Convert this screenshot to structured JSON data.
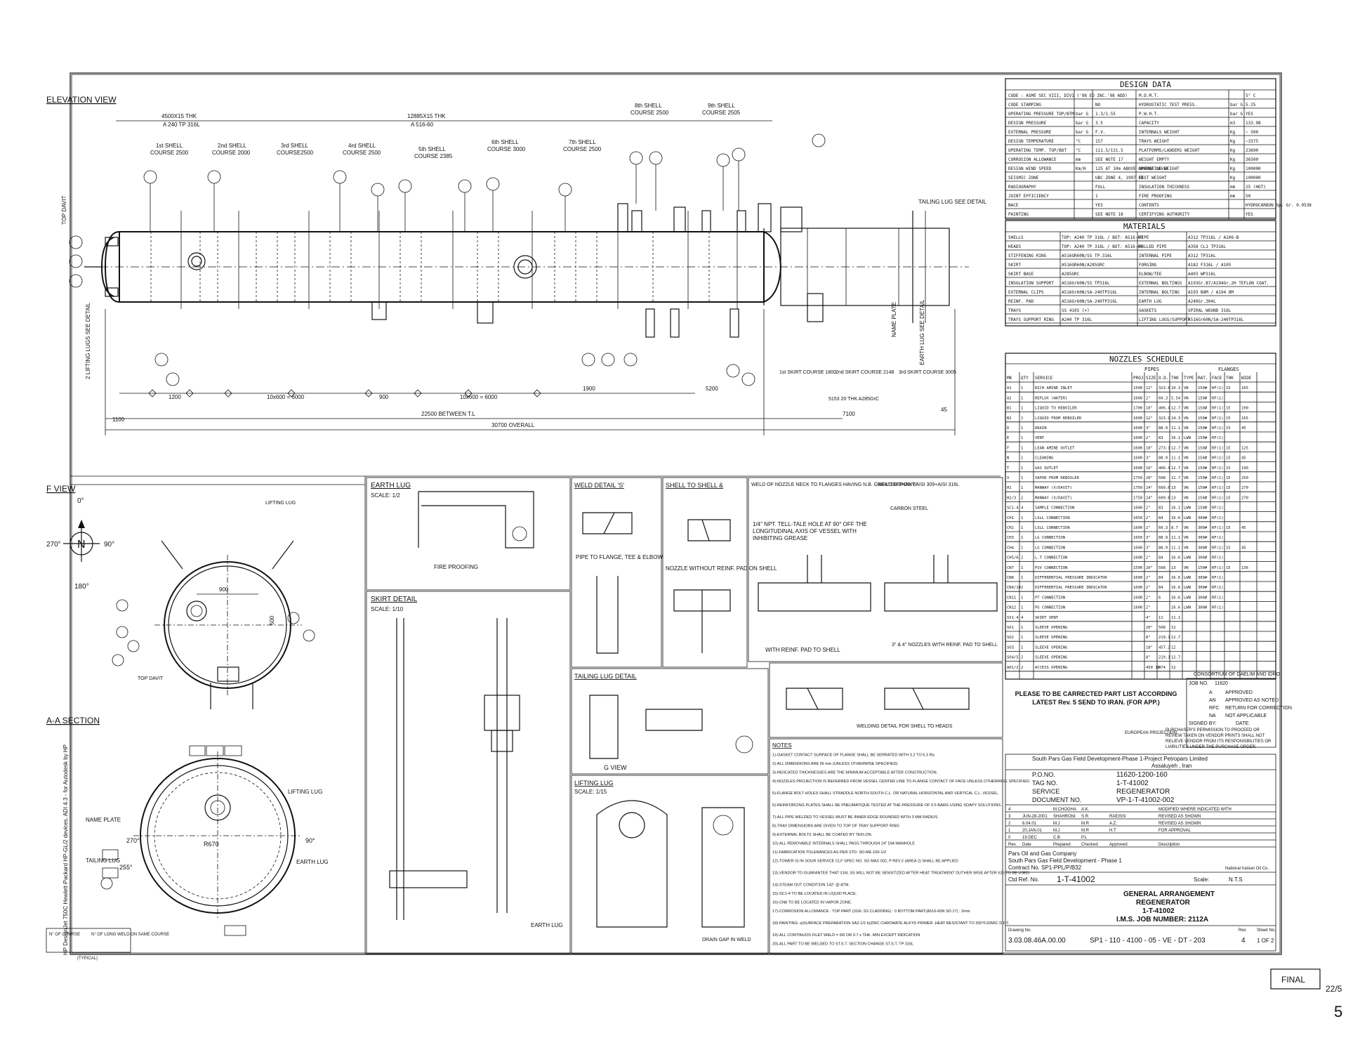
{
  "views": {
    "elevation": "ELEVATION VIEW",
    "f_view": "F VIEW",
    "aa_section": "A-A SECTION",
    "earth_lug": "EARTH LUG",
    "earth_lug_scale": "SCALE: 1/2",
    "skirt_detail": "SKIRT DETAIL",
    "skirt_scale": "SCALE: 1/10",
    "weld_detail_s": "WELD DETAIL 'S'",
    "pipe_to_flange": "PIPE TO FLANGE, TEE & ELBOW",
    "shell_to_shell": "SHELL TO SHELL &",
    "nozzle_without": "NOZZLE WITHOUT REINF. PAD ON SHELL",
    "tailing_lug": "TAILING LUG DETAIL",
    "g_view": "G VIEW",
    "lifting_lug": "LIFTING LUG",
    "lifting_scale": "SCALE: 1/15",
    "weld_detail_heads": "WELDING DETAIL FOR SHELL TO HEADS",
    "with_reinf_pad": "WITH REINF. PAD TO SHELL",
    "nozzles_34": "3\" & 4\" NOZZLES WITH REINF. PAD TO SHELL",
    "telltale_1": "1/4\" NPT. TELL-TALE HOLE AT 90° OFF THE LONGITUDINAL AXIS OF VESSEL WITH INHIBITING GREASE",
    "weld_of_nozzle": "WELD OF NOZZLE NECK TO FLANGES HAVING N.B. GREATER THAN 6\"",
    "weld_deposit": "WELD DEPOSIT AISI 309+AISI 316L",
    "carbon_steel": "CARBON STEEL",
    "fire_proofing": "FIRE PROOFING",
    "drain_gap": "DRAIN GAP IN WELD",
    "earth_lug_label": "EARTH LUG"
  },
  "shells": [
    {
      "name": "1st SHELL",
      "course": "COURSE 2500"
    },
    {
      "name": "2nd SHELL",
      "course": "COURSE 2000"
    },
    {
      "name": "3rd SHELL",
      "course": "COURSE2500"
    },
    {
      "name": "4rd SHELL",
      "course": "COURSE 2500"
    },
    {
      "name": "5th SHELL",
      "course": "COURSE 2385"
    },
    {
      "name": "6th SHELL",
      "course": "COURSE 3000"
    },
    {
      "name": "7th SHELL",
      "course": "COURSE 2500"
    },
    {
      "name": "8th SHELL",
      "course": "COURSE 2500"
    },
    {
      "name": "9th SHELL",
      "course": "COURSE 2505"
    }
  ],
  "elevation_dims": {
    "d1": "4500X15 THK",
    "d1b": "A 240 TP 316L",
    "d2": "12885X15 THK",
    "d2b": "A 516-60",
    "between_tl": "22500 BETWEEN T.L",
    "overall": "30700 OVERALL",
    "trays": "10x600 = 6000",
    "trays2": "10x600 = 6000",
    "d1100": "1100",
    "d1200": "1200",
    "d900": "900",
    "d1900": "1900",
    "d5200": "5200",
    "d7100": "7100",
    "d45": "45",
    "top_davit": "TOP DAVIT",
    "lifting_lugs": "2 LIFTING LUGS SEE DETAIL",
    "name_plate": "NAME PLATE",
    "earth_lug_e": "EARTH LUG SEE DETAIL",
    "tailing_lug_e": "TAILING LUG SEE DETAIL",
    "skirt1": "1st SKIRT COURSE 1800",
    "skirt2": "2nd SKIRT COURSE 2148",
    "skirt3": "3rd SKIRT COURSE 3005",
    "skirt_thk": "5153 20 THK A285GrC"
  },
  "design_data": {
    "title": "DESIGN DATA",
    "rows": [
      [
        "CODE : ASME SEC VIII, DIV1 ('98 ED INC.'98 ADD)",
        "",
        "",
        "M.D.M.T.",
        "",
        "5° C"
      ],
      [
        "CODE STAMPING",
        "",
        "NO",
        "HYDROSTATIC TEST PRESS.",
        "bar G",
        "5.25"
      ],
      [
        "OPERATING PRESSURE TOP/BTM",
        "bar G",
        "1.3/1.55",
        "P.W.H.T.",
        "bar G",
        "YES"
      ],
      [
        "DESIGN PRESSURE",
        "bar G",
        "3.5",
        "CAPACITY",
        "m3",
        "133.98"
      ],
      [
        "EXTERNAL PRESSURE",
        "bar G",
        "F.V.",
        "INTERNALS WEIGHT",
        "Kg",
        "~ 500"
      ],
      [
        "DESIGN TEMPERATURE",
        "°C",
        "157",
        "TRAYS WEIGHT",
        "Kg",
        "~3375"
      ],
      [
        "OPERATING TEMP. TOP/BOT",
        "°C",
        "111.5/131.5",
        "PLATFORMS/LADDERS WEIGHT",
        "Kg",
        "23690"
      ],
      [
        "CORROSION ALLOWANCE",
        "mm",
        "SEE NOTE 17",
        "WEIGHT EMPTY",
        "Kg",
        "36500"
      ],
      [
        "DESIGN WIND SPEED",
        "Km/H",
        "125 AT 10m ABOVE GROUND LEVEL",
        "OPERATING WEIGHT",
        "Kg",
        "100000"
      ],
      [
        "SEISMIC ZONE",
        "",
        "UBC ZONE 4, 1997 ED.",
        "TEST WEIGHT",
        "Kg",
        "190000"
      ],
      [
        "RADIOGRAPHY",
        "",
        "FULL",
        "INSULATION THICKNESS",
        "mm",
        "25 (HOT)"
      ],
      [
        "JOINT EFFICIENCY",
        "",
        "1",
        "FIRE PROOFING",
        "mm",
        "50"
      ],
      [
        "NACE",
        "",
        "YES",
        "CONTENTS",
        "",
        "HYDROCARBON Sp. Gr. 0.9538"
      ],
      [
        "PAINTING",
        "",
        "SEE NOTE 18",
        "CERTIFYING AUTHORITY",
        "",
        "YES"
      ]
    ]
  },
  "materials": {
    "title": "MATERIALS",
    "rows": [
      [
        "SHELLS",
        "TOP: A240 TP 316L / BOT: A516-60",
        "PIPE",
        "A312 TP316L / A106-B"
      ],
      [
        "HEADS",
        "TOP: A240 TP 316L / BOT: A516-60",
        "ROLLED PIPE",
        "A358 CL1 TP316L"
      ],
      [
        "STIFFENING RING",
        "A516GR60N/SS TP.316L",
        "INTERNAL PIPE",
        "A312 TP316L"
      ],
      [
        "SKIRT",
        "A516GR60N/A285GRC",
        "FORGING",
        "A182 F316L / A105"
      ],
      [
        "SKIRT BASE",
        "A285GRC",
        "ELBOW/TEE",
        "A403 WP316L"
      ],
      [
        "INSULATION SUPPORT",
        "A516Gr60N/SS TP316L",
        "EXTERNAL BOLTINGS",
        "A193Gr.B7/A194Gr.2H TEFLON COAT."
      ],
      [
        "EXTERNAL CLIPS",
        "A516Gr60N/SA-240TP316L",
        "INTERNAL BOLTING",
        "A193 B8M / A194 8M"
      ],
      [
        "REINF. PAD",
        "A516Gr60N/SA-240TP316L",
        "EARTH LUG",
        "A240Gr.304L"
      ],
      [
        "TRAYS",
        "SS 410S (>)",
        "GASKETS",
        "SPIRAL WOUND 316L"
      ],
      [
        "TRAYS SUPPORT RING",
        "A240 TP 316L",
        "LIFTING LUGS/SUPPORT",
        "A516Gr60N/SA-240TP316L"
      ]
    ]
  },
  "nozzles": {
    "title": "NOZZLES SCHEDULE",
    "headers": [
      "MK",
      "QTY",
      "SERVICE",
      "PROJ",
      "SIZE",
      "O.D.",
      "THK",
      "TYPE",
      "RAT.",
      "FACE",
      "THK",
      "WIDE"
    ],
    "group_pipes": "PIPES",
    "group_flanges": "FLANGES",
    "rows": [
      [
        "A1",
        "1",
        "RICH AMINE INLET",
        "1500",
        "12\"",
        "323.8",
        "10.3",
        "VN",
        "150#",
        "RF(1)",
        "15",
        "165"
      ],
      [
        "A2",
        "1",
        "REFLUX (WATER)",
        "1600",
        "2\"",
        "60.3",
        "5.54",
        "VN",
        "150#",
        "RF(1)",
        "",
        ""
      ],
      [
        "B1",
        "1",
        "LIQUID TO REBOILER",
        "1700",
        "16\"",
        "406.4",
        "12.7",
        "VN",
        "150#",
        "RF(1)",
        "15",
        "190"
      ],
      [
        "B2",
        "1",
        "LIQUID FROM REBOILER",
        "1600",
        "12\"",
        "323.9",
        "14.3",
        "VN",
        "150#",
        "RF(1)",
        "15",
        "165"
      ],
      [
        "D",
        "1",
        "DRAIN",
        "1600",
        "3\"",
        "88.9",
        "11.1",
        "VN",
        "150#",
        "RF(1)",
        "15",
        "45"
      ],
      [
        "E",
        "1",
        "VENT",
        "1600",
        "2\"",
        "83",
        "16.1",
        "LWN",
        "150#",
        "RF(1)",
        "",
        ""
      ],
      [
        "F",
        "1",
        "LEAN AMINE OUTLET",
        "1600",
        "10\"",
        "273.1",
        "12.7",
        "VN",
        "150#",
        "RF(1)",
        "15",
        "125"
      ],
      [
        "N",
        "1",
        "CLEANING",
        "1600",
        "3\"",
        "88.9",
        "11.1",
        "VN",
        "150#",
        "RF(1)",
        "15",
        "45"
      ],
      [
        "T",
        "1",
        "GAS OUTLET",
        "1600",
        "16\"",
        "406.4",
        "12.7",
        "VN",
        "150#",
        "RF(1)",
        "15",
        "190"
      ],
      [
        "V",
        "1",
        "VAPOR FROM REBOILER",
        "1750",
        "20\"",
        "508",
        "12.7",
        "VN",
        "150#",
        "RF(1)",
        "15",
        "250"
      ],
      [
        "H1",
        "1",
        "MANWAY (V/DAVIT)",
        "1750",
        "24\"",
        "609.6",
        "13",
        "VN",
        "150#",
        "RF(1)",
        "15",
        "270"
      ],
      [
        "H2/3",
        "2",
        "MANWAY (V/DAVIT)",
        "1750",
        "24\"",
        "609.6",
        "13",
        "VN",
        "150#",
        "RF(1)",
        "15",
        "270"
      ],
      [
        "SC1-4",
        "4",
        "SAMPLE CONNECTION",
        "1600",
        "2\"",
        "83",
        "16.1",
        "LWN",
        "150#",
        "RF(1)",
        "",
        ""
      ],
      [
        "CH1",
        "1",
        "LSLL CONNECTION",
        "1650",
        "2\"",
        "84",
        "16.6",
        "LWN",
        "300#",
        "RF(1)",
        "",
        ""
      ],
      [
        "CH2",
        "1",
        "LSLL CONNECTION",
        "1600",
        "2\"",
        "60.3",
        "8.7",
        "VN",
        "300#",
        "RF(1)",
        "15",
        "45"
      ],
      [
        "CH3",
        "1",
        "LG CONNECTION",
        "1650",
        "3\"",
        "88.9",
        "11.1",
        "VN",
        "300#",
        "RF(1)",
        "",
        ""
      ],
      [
        "CH4",
        "1",
        "LG CONNECTION",
        "1600",
        "3\"",
        "88.9",
        "11.1",
        "VN",
        "300#",
        "RF(1)",
        "15",
        "45"
      ],
      [
        "CH5/6",
        "2",
        "L.T CONNECTION",
        "1600",
        "2\"",
        "84",
        "16.6",
        "LWN",
        "300#",
        "RF(1)",
        "",
        ""
      ],
      [
        "CN7",
        "1",
        "PSV CONNECTION",
        "1500",
        "20\"",
        "508",
        "13",
        "VN",
        "150#",
        "RF(1)",
        "15",
        "136"
      ],
      [
        "CN8",
        "1",
        "DIFFERENTIAL PRESSURE INDICATOR",
        "1600",
        "2\"",
        "84",
        "16.6",
        "LWN",
        "300#",
        "RF(1)",
        "",
        ""
      ],
      [
        "CN9/10",
        "2",
        "DIFFERENTIAL PRESSURE INDICATOR",
        "1600",
        "2\"",
        "84",
        "16.6",
        "LWN",
        "300#",
        "RF(1)",
        "",
        ""
      ],
      [
        "CN11",
        "1",
        "PT CONNECTION",
        "1600",
        "2\"",
        "6",
        "16.6",
        "LWN",
        "300#",
        "RF(1)",
        "",
        ""
      ],
      [
        "CN12",
        "1",
        "PG CONNECTION",
        "1600",
        "2\"",
        "",
        "16.6",
        "LWN",
        "300#",
        "RF(1)",
        "",
        ""
      ],
      [
        "SV1-4",
        "4",
        "SKIRT VENT",
        "",
        "4\"",
        "11",
        "11.1",
        "",
        "",
        "",
        "",
        ""
      ],
      [
        "SO1",
        "1",
        "SLEEVE OPENING",
        "",
        "20\"",
        "508",
        "12",
        "",
        "",
        "",
        "",
        ""
      ],
      [
        "SO2",
        "1",
        "SLEEVE OPENING",
        "",
        "8\"",
        "219.1",
        "12.7",
        "",
        "",
        "",
        "",
        ""
      ],
      [
        "SO3",
        "1",
        "SLEEVE OPENING",
        "",
        "18\"",
        "457.2",
        "12",
        "",
        "",
        "",
        "",
        ""
      ],
      [
        "SO4/5",
        "2",
        "SLEEVE OPENING",
        "",
        "8\"",
        "219.1",
        "12.7",
        "",
        "",
        "",
        "",
        ""
      ],
      [
        "A01/2",
        "2",
        "ACCESS OPENING",
        "",
        "450 1B",
        "474",
        "12",
        "",
        "",
        "",
        "",
        ""
      ]
    ]
  },
  "approval": {
    "consortium": "CONSORTIUM OF DAELIM AND IDRO",
    "job_no_label": "JOB NO.",
    "job_no": "11620",
    "codes": [
      [
        "A",
        "APPROVED"
      ],
      [
        "AN",
        "APPROVED AS NOTED"
      ],
      [
        "RFC",
        "RETURN FOR CORRECTION"
      ],
      [
        "NA",
        "NOT APPLICABLE"
      ]
    ],
    "signed": "SIGNED BY:",
    "date": "DATE:",
    "correct_note": "PLEASE TO BE CARRECTED PART LIST ACCORDING LATEST Rev. 5 SEND TO IRAN. (FOR APP.)",
    "european": "EUROPEAN PROJECTION",
    "permission_note": "PURCHASER'S PERMISSION TO PROCEED OR REVIEW TAKEN ON VENDOR PRINTS SHALL NOT RELIEVE VENDOR FROM ITS RESPONSIBILITIES OR LIABILITIES UNDER THE PURCHASE ORDER."
  },
  "project": {
    "project_name": "South Pars Gas Field Development-Phase 1-Project Petropars Limited",
    "location": "Assaluyeh , Iran",
    "po_label": "P.O.NO.",
    "po": "11620-1200-160",
    "tag_label": "TAG NO.",
    "tag": "1-T-41002",
    "service_label": "SERVICE",
    "service": "REGENERATOR",
    "doc_label": "DOCUMENT NO.",
    "doc": "VP-1-T-41002-002"
  },
  "revisions": {
    "rows": [
      [
        "4",
        "",
        "M.CHOGHA",
        "A.K.",
        "",
        "MODIFIED WHERE INDICATED WITH"
      ],
      [
        "3",
        "JUN-28-2001",
        "SHAHRONI",
        "S.R.",
        "RAEISSI",
        "REVISED AS SHOWN"
      ],
      [
        "2",
        "6.04.01",
        "M.J",
        "M.R",
        "A.Z.",
        "REVISED AS SHOWN"
      ],
      [
        "1",
        "20.JAN.01",
        "M.J",
        "M.R",
        "H.T",
        "FOR APPROVAL"
      ],
      [
        "0",
        "19.DEC",
        "C.B",
        "P.L",
        "",
        ""
      ]
    ],
    "headers": [
      "Rev.",
      "Date",
      "Prepared",
      "Checked",
      "Approved",
      "Description"
    ]
  },
  "title_block": {
    "company": "Pars Oil and Gas Company",
    "project": "South Pars Gas Field Development - Phase 1",
    "contract": "Contract No. SP1-PPL/P/B32",
    "nioc": "National Iranian Oil Co.",
    "ctd_ref_label": "Ctd Ref. No.",
    "ctd_ref": "1-T-41002",
    "scale_label": "Scale:",
    "scale": "N.T.S",
    "title1": "GENERAL ARRANGEMENT",
    "title2": "REGENERATOR",
    "title3": "1-T-41002",
    "title4": "I.M.S. JOB NUMBER: 2112A",
    "drawing_no_label": "Drawing No.",
    "drawing_no": "3.03.08.46A.00.00",
    "sheet_doc": "SP1 - 110 - 4100 - 05 - VE - DT - 203",
    "rev_label": "Rev.",
    "rev": "4",
    "sheet_label": "Sheet No.",
    "sheet": "1 OF 2"
  },
  "notes": [
    "NOTES",
    "1)-GASKET CONTACT SURFACE OF FLANGE SHALL BE SERRATED WITH 3.2 TO 6.3 Ra",
    "2)-ALL DIMENSIONS ARE IN mm (UNLESS OTHERWISE SPECIFIED)",
    "3)-INDICATED THICKNESSES ARE THE MINIMUM ACCEPTABLE AFTER CONSTRUCTION.",
    "4)-NOZZLES PROJECTION IS REFERRED FROM VESSEL CENTER LINE TO FLANGE CONTACT OF FACE UNLESS OTHERWISE SPECIFIED.",
    "5)-FLANGE BOLT HOLES SHALL STRADDLE NORTH-SOUTH C.L. OR NATURAL HORIZONTAL AND VERTICAL C.L. VESSEL.",
    "6)-REINFORCING PLATES SHALL BE PNEUMATIQUE TESTED AT THE PRESSURE OF 0.5 BARG USING SOAPY SOLUTIONS.",
    "7)-ALL PIPE WELDED TO VESSEL MUST BE INNER EDGE ROUNDED WITH 3 MM RADIUS.",
    "8)-TRAY DIMENSIONS ARE GIVEN TO TOP OF TRAY SUPPORT RING",
    "9)-EXTERNAL BOLTS SHALL BE COATED BY TEFLON.",
    "10)-ALL REMOVABLE INTERNALS SHALL PASS THROUGH 24\" DIA MANHOLE",
    "11)-FABRICATION TOLERANCES AS PER STD. SD-ME-100-1/2",
    "12)-TOWER IS IN SOUR SERVICE CLF SPEC NO. SG MAS 002, P REV.2 (AREA 2) SHALL BE APPLIED",
    "13)-VENDOR TO GUARANTEE THAT 316L SS WILL NOT BE SENSITIZED AFTER HEAT TREATMENT DUTHER WISE AFTER 625 TO BE USED.",
    "14)-STEAM OUT CONDITION 142° @ ATM.",
    "15)-SC1-4 TO BE LOCATED IN LIQUID PLACE.",
    "16)-CN8 TO BE LOCATED IN VAPOR ZONE.",
    "17)-CORROSION ALLOWANCE : TOP PART (316L SS CLADDING) : 0 BOTTOM PART(A516-60N SD.17) : 3mm",
    "18)-PAINTING: a)SURFACE PREPARATION SA2-1/2 b)ZINC CHROMATE ALKYD PRIMER ,HEAT RESISTANT TO 200°F,63MIC D.F.T.",
    "19)-ALL CONTINUOS FILET WELD = 6/6 OR 0.7 x THK. MIN EXCEPT INDICATION",
    "20)-ALL PART TO BE WELDED TO ST.S.T. SECTION CHANGE ST.S.T. TP 316L"
  ],
  "margin": {
    "side_note": "HP DesignJet 750C Hewlett-Packard HP-GL/2 devices, ADI 4.3 - for Autodesk by HP",
    "final": "FINAL",
    "page": "5",
    "corner": "22/5"
  },
  "fview": {
    "deg0": "0°",
    "deg90": "90°",
    "deg180": "180°",
    "deg270": "270°",
    "north": "N",
    "lifting_lug": "LIFTING LUG",
    "top_davit": "TOP DAVIT",
    "dim900": "900",
    "dim500": "500"
  },
  "aa": {
    "name_plate": "NAME PLATE",
    "tailing_lug": "TAILING LUG",
    "earth_lug": "EARTH LUG",
    "lifting_lug": "LIFTING LUG",
    "r670": "R670",
    "deg270": "270°",
    "deg90": "90°",
    "deg255": "255°",
    "num_course": "N° OF COURSE",
    "num_long": "N° OF LONG WELD ON SAME COURSE",
    "typical": "(TYPICAL)"
  }
}
